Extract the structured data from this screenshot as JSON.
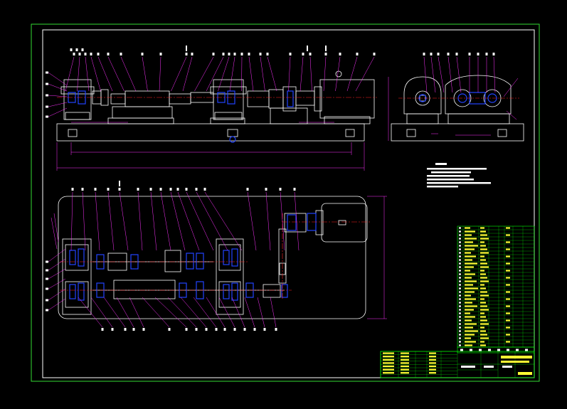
{
  "drawing": {
    "background": "#000000",
    "colors": {
      "frame": "#33dd33",
      "outline": "#ffffff",
      "leader": "#ff33ff",
      "center": "#ff2222",
      "part": "#2244ff",
      "text": "#ffff33",
      "table": "#00ff00"
    },
    "views": [
      "front-elevation",
      "side-elevation",
      "plan-view"
    ],
    "notes_text": "",
    "title_block_text": ""
  }
}
